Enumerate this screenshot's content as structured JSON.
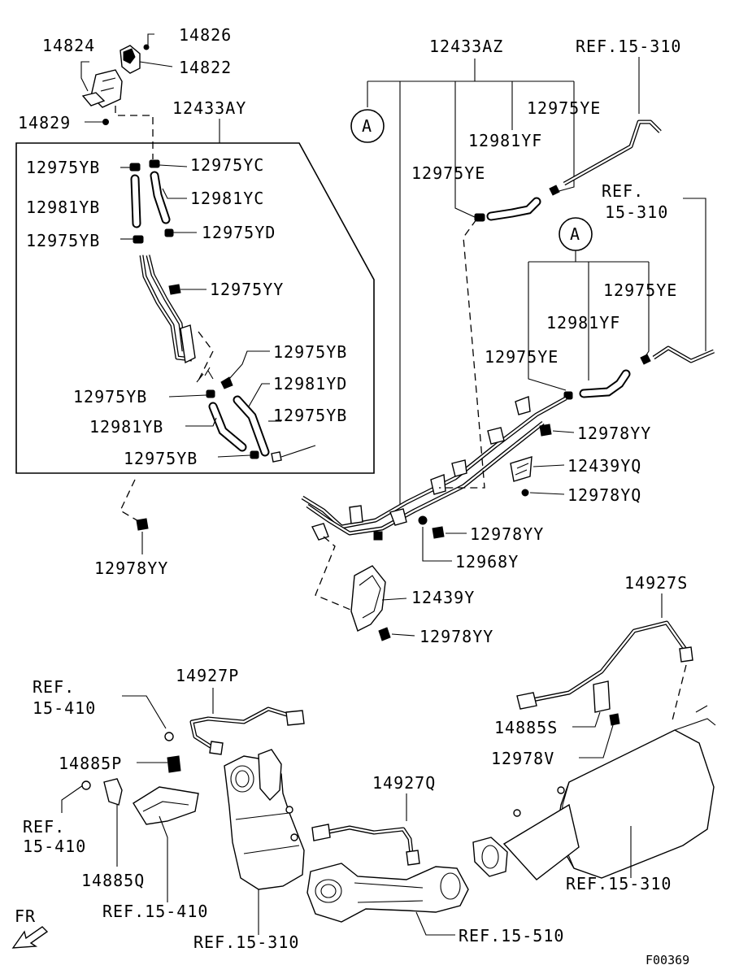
{
  "labels": {
    "l14824": "14824",
    "l14826": "14826",
    "l14822": "14822",
    "l14829": "14829",
    "l12433AY": "12433AY",
    "l12433AZ": "12433AZ",
    "lRef15310a": "REF.15-310",
    "l12975YE_1": "12975YE",
    "l12981YF_1": "12981YF",
    "l12975YE_2": "12975YE",
    "lRef15310b_1": "REF.",
    "lRef15310b_2": "15-310",
    "l12975YE_3": "12975YE",
    "l12981YF_2": "12981YF",
    "l12975YE_4": "12975YE",
    "l12975YB_1": "12975YB",
    "l12975YC": "12975YC",
    "l12981YB_1": "12981YB",
    "l12981YC": "12981YC",
    "l12975YB_2": "12975YB",
    "l12975YD": "12975YD",
    "l12975YY": "12975YY",
    "l12975YB_3": "12975YB",
    "l12975YB_4": "12975YB",
    "l12981YD": "12981YD",
    "l12981YB_2": "12981YB",
    "l12975YB_5": "12975YB",
    "l12975YB_6": "12975YB",
    "l12978YY_1": "12978YY",
    "l12439YQ": "12439YQ",
    "l12978YQ": "12978YQ",
    "l12978YY_2": "12978YY",
    "l12968Y": "12968Y",
    "l12978YY_3": "12978YY",
    "l12439Y": "12439Y",
    "l12978YY_4": "12978YY",
    "l14927S": "14927S",
    "lRef15410a_1": "REF.",
    "lRef15410a_2": "15-410",
    "l14927P": "14927P",
    "l14885P": "14885P",
    "lRef15410b_1": "REF.",
    "lRef15410b_2": "15-410",
    "l14885Q": "14885Q",
    "lRef15410c": "REF.15-410",
    "l14927Q": "14927Q",
    "l14885S": "14885S",
    "l12978V": "12978V",
    "lRef15310c": "REF.15-310",
    "lRef15310d": "REF.15-310",
    "lRef15510": "REF.15-510",
    "lFR": "FR",
    "lCode": "F00369",
    "calloutA_1": "A",
    "calloutA_2": "A"
  }
}
